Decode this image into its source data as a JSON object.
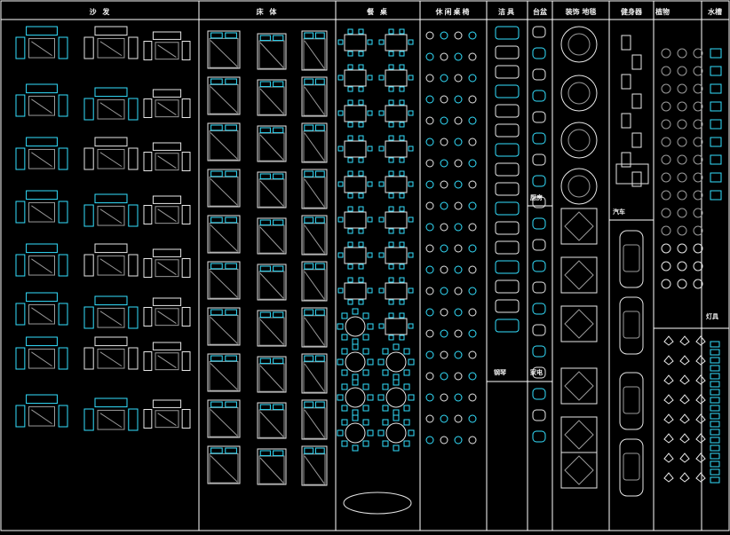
{
  "colors": {
    "background": "#000000",
    "grid_line": "#ffffff",
    "symbol_cyan": "#33e0ff",
    "symbol_white": "#e6e6e6",
    "hatch_grey": "#9a9a9a",
    "header_text": "#f0f0f0"
  },
  "columns": [
    {
      "id": "sofa",
      "label": "沙 发"
    },
    {
      "id": "bed",
      "label": "床 体"
    },
    {
      "id": "dining",
      "label": "餐 桌"
    },
    {
      "id": "leisure",
      "label": "休闲桌椅"
    },
    {
      "id": "bath",
      "label": "洁具"
    },
    {
      "id": "cabinet",
      "label": "台盆"
    },
    {
      "id": "rug",
      "label": "装饰 地毯"
    },
    {
      "id": "gym",
      "label": "健身器"
    },
    {
      "id": "plants",
      "label": "植物"
    },
    {
      "id": "water",
      "label": "水槽"
    }
  ],
  "subsections": [
    {
      "id": "appliances",
      "label": "厨房"
    },
    {
      "id": "piano",
      "label": "钢琴"
    },
    {
      "id": "appliance2",
      "label": "家电"
    },
    {
      "id": "car",
      "label": "汽车"
    },
    {
      "id": "misc",
      "label": "灯具"
    }
  ]
}
